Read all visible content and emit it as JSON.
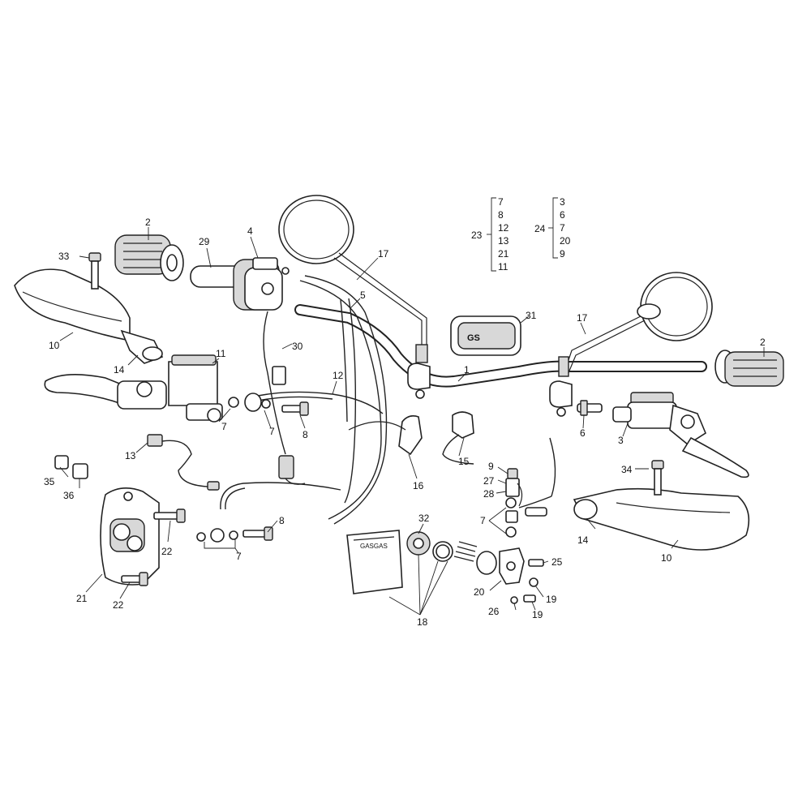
{
  "callouts": {
    "c1": "1",
    "c2a": "2",
    "c2b": "2",
    "c3": "3",
    "c4": "4",
    "c5": "5",
    "c6": "6",
    "c7a": "7",
    "c7b": "7",
    "c7c": "7",
    "c7d": "7",
    "c8a": "8",
    "c8b": "8",
    "c9": "9",
    "c10a": "10",
    "c10b": "10",
    "c11": "11",
    "c12": "12",
    "c13": "13",
    "c14a": "14",
    "c14b": "14",
    "c15": "15",
    "c16": "16",
    "c17a": "17",
    "c17b": "17",
    "c18": "18",
    "c19a": "19",
    "c19b": "19",
    "c20": "20",
    "c21": "21",
    "c22a": "22",
    "c22b": "22",
    "c25": "25",
    "c26": "26",
    "c27": "27",
    "c28": "28",
    "c29": "29",
    "c30": "30",
    "c31": "31",
    "c32": "32",
    "c33": "33",
    "c34": "34",
    "c35": "35",
    "c36": "36"
  },
  "kits": {
    "kit23": {
      "label": "23",
      "items": [
        "7",
        "8",
        "12",
        "13",
        "21",
        "11"
      ]
    },
    "kit24": {
      "label": "24",
      "items": [
        "3",
        "6",
        "7",
        "20",
        "9"
      ]
    }
  },
  "colors": {
    "line": "#222222",
    "shade": "#d8d8d8",
    "background": "#ffffff"
  }
}
